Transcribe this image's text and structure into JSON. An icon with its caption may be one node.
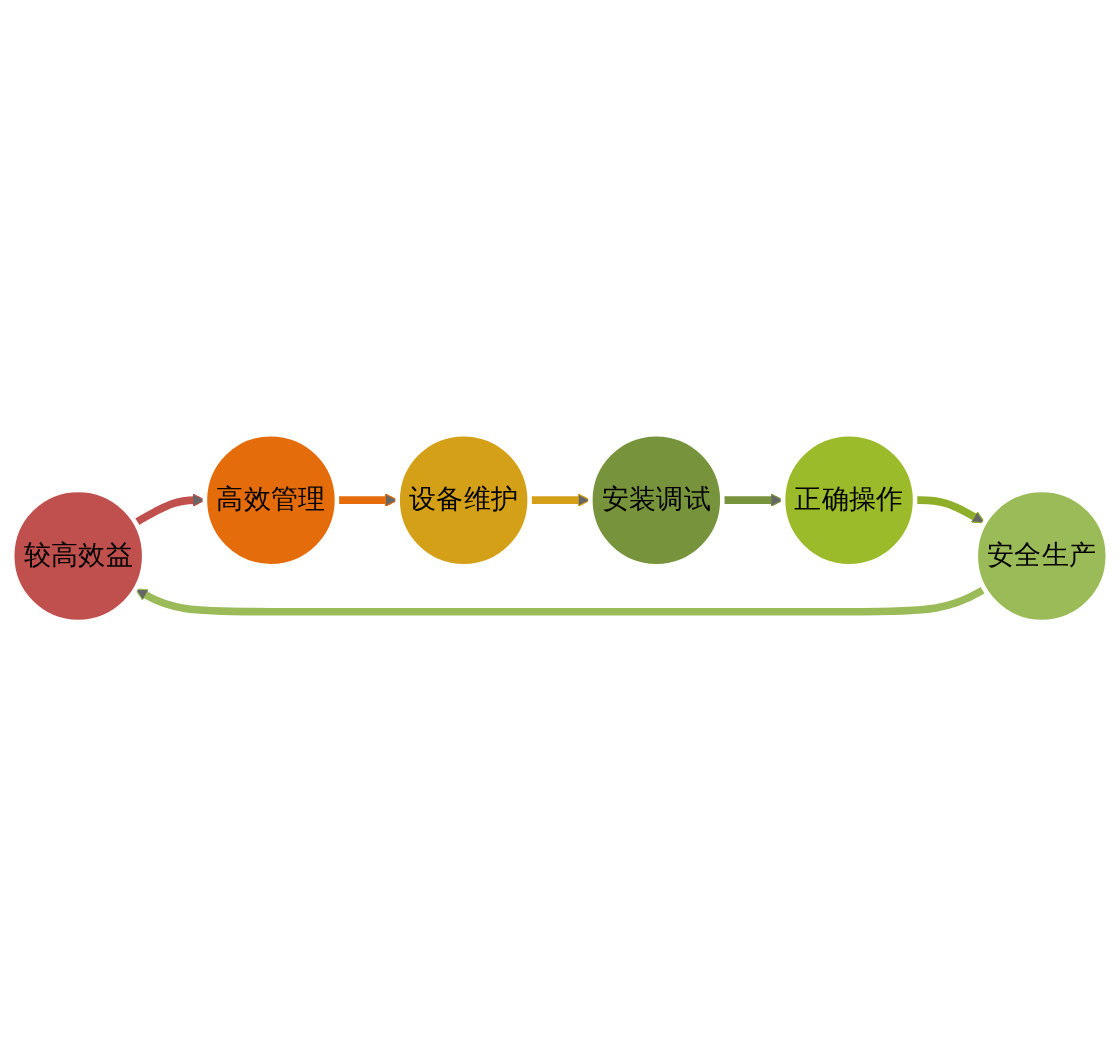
{
  "diagram": {
    "nodes": [
      {
        "text": [
          "较高效益"
        ]
      },
      {
        "text": [
          "高效管理"
        ]
      },
      {
        "text": [
          "设备维护"
        ]
      },
      {
        "text": [
          "安装调试"
        ]
      },
      {
        "text": [
          "正确操作"
        ]
      },
      {
        "text": [
          "安全生产"
        ]
      }
    ],
    "edges": [
      {
        "from": 0,
        "to": 1,
        "arrow": "to",
        "color": "#c0504d"
      },
      {
        "from": 1,
        "to": 2,
        "arrow": "to",
        "color": "#e46c0a"
      },
      {
        "from": 2,
        "to": 3,
        "arrow": "to",
        "color": "#d4a017"
      },
      {
        "from": 3,
        "to": 4,
        "arrow": "to",
        "color": "#77933c"
      },
      {
        "from": 4,
        "to": 5,
        "arrow": "to",
        "color": "#8faf2a"
      },
      {
        "from": 5,
        "to": 0,
        "arrow": "to",
        "color": "#9bbb59"
      }
    ]
  }
}
